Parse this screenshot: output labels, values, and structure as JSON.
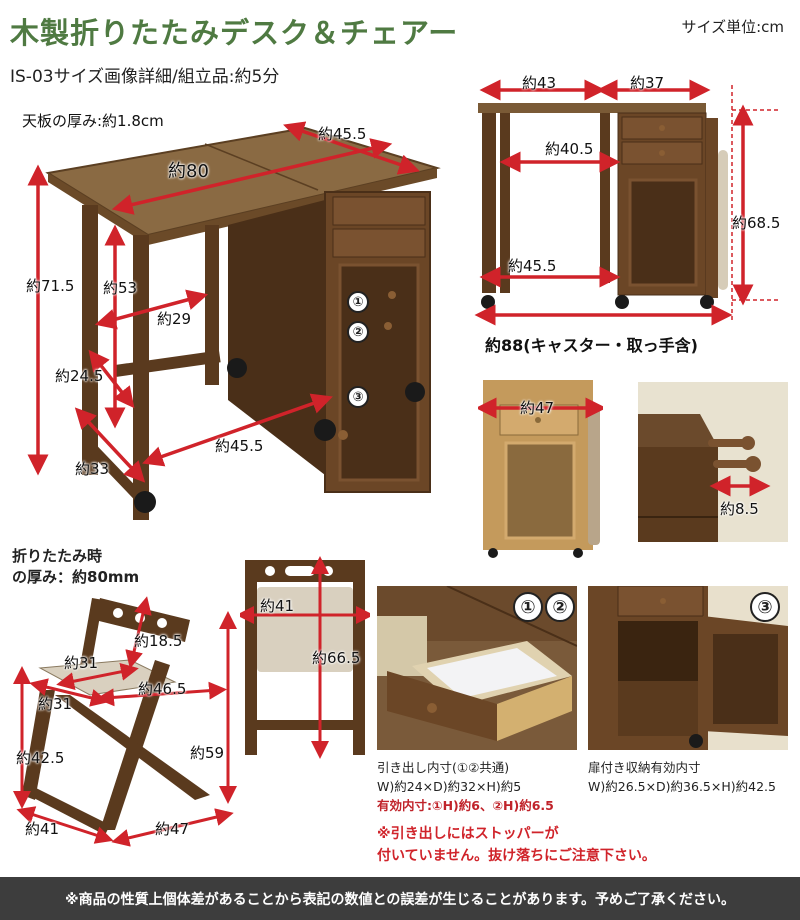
{
  "header": {
    "title": "木製折りたたみデスク＆チェアー",
    "unit_note": "サイズ単位:cm",
    "subtitle": "IS-03サイズ画像詳細/組立品:約5分"
  },
  "colors": {
    "title_green": "#4f7a42",
    "arrow_red": "#d0232a",
    "warning_red": "#c0232a",
    "footer_bg": "#3d3d3d",
    "wood_dark": "#5a3a1e",
    "wood_light": "#c49a5c",
    "cushion_beige": "#d9d0bf"
  },
  "desk_main": {
    "top_thickness": "天板の厚み:約1.8cm",
    "width": "約80",
    "depth_top": "約45.5",
    "height": "約71.5",
    "leg_inner_height": "約53",
    "inner_width": "約29",
    "diag_small": "約24.5",
    "leg_depth": "約33",
    "bottom_width": "約45.5",
    "markers": [
      "①",
      "②",
      "③"
    ]
  },
  "desk_front": {
    "left_top": "約43",
    "right_top": "約37",
    "inner_width": "約40.5",
    "bottom_inner": "約45.5",
    "height": "約68.5",
    "total_width": "約88(キャスター・取っ手含)"
  },
  "desk_folded": {
    "width": "約47"
  },
  "handle_detail": {
    "protrusion": "約8.5"
  },
  "chair": {
    "folded_thickness_line1": "折りたたみ時",
    "folded_thickness_line2": "の厚み：約80mm",
    "back_height": "約18.5",
    "seat_width": "約31",
    "seat_depth": "約31",
    "depth": "約46.5",
    "seat_height": "約42.5",
    "height_side": "約59",
    "bottom_width": "約41",
    "bottom_depth": "約47"
  },
  "chair_front": {
    "width": "約41",
    "height": "約66.5"
  },
  "drawer_photo": {
    "badges": [
      "①",
      "②"
    ],
    "caption_line1": "引き出し内寸(①②共通)",
    "caption_line2": "W)約24×D)約32×H)約5",
    "caption_line3": "有効内寸:①H)約6、②H)約6.5"
  },
  "cabinet_photo": {
    "badge": "③",
    "caption_line1": "扉付き収納有効内寸",
    "caption_line2": "W)約26.5×D)約36.5×H)約42.5"
  },
  "warning": {
    "line1": "※引き出しにはストッパーが",
    "line2": "付いていません。抜け落ちにご注意下さい。"
  },
  "footer": {
    "note": "※商品の性質上個体差があることから表記の数値との誤差が生じることがあります。予めご了承ください。"
  }
}
